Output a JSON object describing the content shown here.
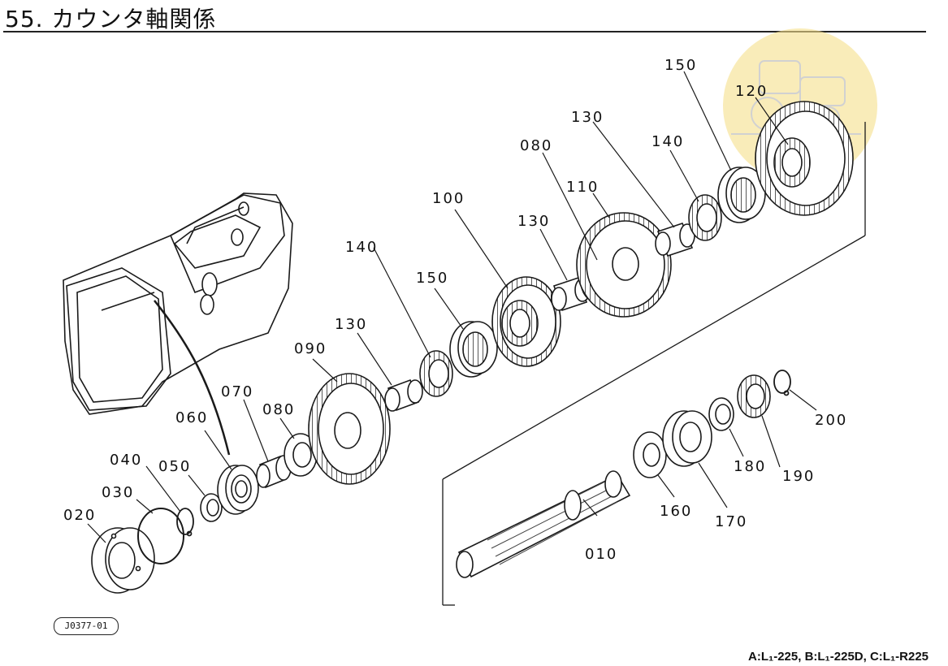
{
  "page": {
    "title": "55. カウンタ軸関係",
    "ref_code": "J0377-01",
    "footnote": "A:L₁-225, B:L₁-225D, C:L₁-R225"
  },
  "parts": {
    "p010": "010",
    "p020": "020",
    "p030": "030",
    "p040": "040",
    "p050": "050",
    "p060": "060",
    "p070": "070",
    "p080a": "080",
    "p080b": "080",
    "p090": "090",
    "p100": "100",
    "p110": "110",
    "p120": "120",
    "p130a": "130",
    "p130b": "130",
    "p130c": "130",
    "p140a": "140",
    "p140b": "140",
    "p150a": "150",
    "p150b": "150",
    "p160": "160",
    "p170": "170",
    "p180": "180",
    "p190": "190",
    "p200": "200"
  },
  "colors": {
    "line": "#1a1a1a",
    "watermark": "#f6df8a"
  }
}
